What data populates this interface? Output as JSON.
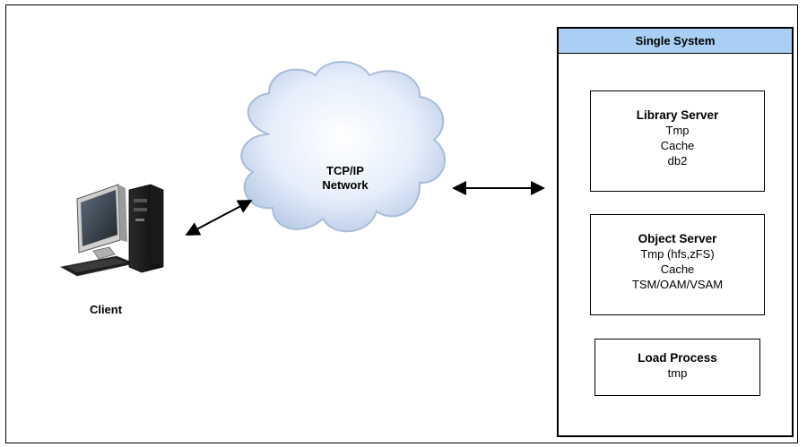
{
  "network": {
    "label_line1": "TCP/IP",
    "label_line2": "Network"
  },
  "client": {
    "label": "Client"
  },
  "system": {
    "title": "Single System",
    "boxes": [
      {
        "title": "Library Server",
        "lines": [
          "Tmp",
          "Cache",
          "db2"
        ]
      },
      {
        "title": "Object Server",
        "lines": [
          "Tmp (hfs,zFS)",
          "Cache",
          "TSM/OAM/VSAM"
        ]
      },
      {
        "title": "Load Process",
        "lines": [
          "tmp"
        ]
      }
    ]
  },
  "colors": {
    "header_fill": "#a9cff4",
    "cloud_fill": "#dde8f8",
    "cloud_edge": "#9fb4d4"
  }
}
